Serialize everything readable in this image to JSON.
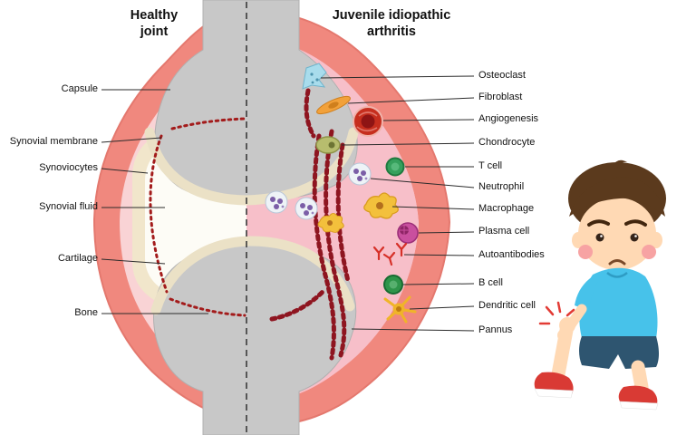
{
  "titles": {
    "healthy": "Healthy joint",
    "jia": "Juvenile idiopathic arthritis"
  },
  "labels": {
    "left": [
      "Capsule",
      "Synovial membrane",
      "Synoviocytes",
      "Synovial fluid",
      "Cartilage",
      "Bone"
    ],
    "right": [
      "Osteoclast",
      "Fibroblast",
      "Angiogenesis",
      "Chondrocyte",
      "T cell",
      "Neutrophil",
      "Macrophage",
      "Plasma cell",
      "Autoantibodies",
      "B cell",
      "Dendritic cell",
      "Pannus"
    ]
  },
  "icons": {
    "boy": "sad-boy-holding-painful-knee-illustration"
  },
  "colors": {
    "capsule_salmon": "#f0887e",
    "inner_pink": "#f9d3d5",
    "inflamed_pink": "#f7bfc9",
    "membrane_cream": "#f1e6cb",
    "cavity_white": "#fdfcf6",
    "bone_gray": "#c8c8c8",
    "synoviocyte_red": "#a31b1b",
    "pannus_red": "#8e1520",
    "divider_black": "#3a3a3a",
    "shirt_blue": "#47c2ea",
    "shorts_blue": "#2e5570",
    "shoe_red": "#d93a34"
  }
}
